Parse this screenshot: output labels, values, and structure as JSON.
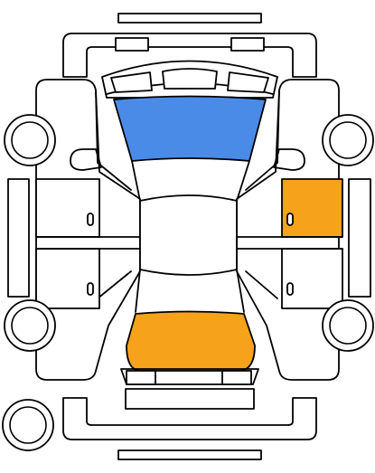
{
  "colors": {
    "outline": "#000000",
    "background": "#ffffff",
    "selected_blue": "#4a8be8",
    "selected_orange": "#f7a21b",
    "spare_panel_outline": "#6b1f5e"
  },
  "parts": {
    "windshield": {
      "state": "selected",
      "color": "#4a8be8"
    },
    "rear_window": {
      "state": "selected",
      "color": "#f7a21b"
    },
    "front_right_door": {
      "state": "selected",
      "color": "#f7a21b"
    },
    "front_left_door": {
      "state": "unselected"
    },
    "rear_left_door": {
      "state": "unselected"
    },
    "rear_right_door": {
      "state": "unselected"
    },
    "roof": {
      "state": "unselected"
    },
    "hood": {
      "state": "unselected"
    },
    "trunk": {
      "state": "unselected"
    },
    "front_bumper": {
      "state": "unselected"
    },
    "rear_bumper": {
      "state": "unselected"
    },
    "left_side_panel": {
      "state": "unselected"
    },
    "right_side_panel": {
      "state": "unselected"
    },
    "wheels": [
      "front-left",
      "front-right",
      "rear-left",
      "rear-right",
      "spare"
    ]
  }
}
